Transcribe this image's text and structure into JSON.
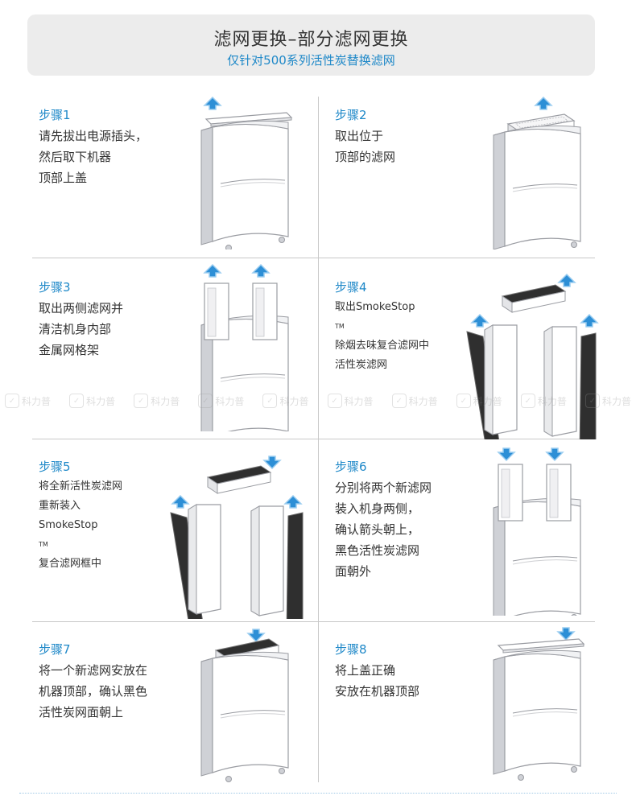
{
  "header": {
    "title": "滤网更换–部分滤网更换",
    "subtitle": "仅针对500系列活性炭替换滤网"
  },
  "steps": [
    {
      "label": "步骤1",
      "lines": [
        "请先拔出电源插头，",
        "然后取下机器",
        "顶部上盖"
      ]
    },
    {
      "label": "步骤2",
      "lines": [
        "取出位于",
        "顶部的滤网"
      ]
    },
    {
      "label": "步骤3",
      "lines": [
        "取出两侧滤网并",
        "清洁机身内部",
        "金属网格架"
      ]
    },
    {
      "label": "步骤4",
      "lines": [
        "取出SmokeStop",
        "除烟去味复合滤网中",
        "活性炭滤网"
      ]
    },
    {
      "label": "步骤5",
      "lines": [
        "将全新活性炭滤网",
        "重新装入",
        "SmokeStop",
        "复合滤网框中"
      ]
    },
    {
      "label": "步骤6",
      "lines": [
        "分别将两个新滤网",
        "装入机身两侧，",
        "确认箭头朝上，",
        "黑色活性炭滤网",
        "面朝外"
      ]
    },
    {
      "label": "步骤7",
      "lines": [
        "将一个新滤网安放在",
        "机器顶部，确认黑色",
        "活性炭网面朝上"
      ]
    },
    {
      "label": "步骤8",
      "lines": [
        "将上盖正确",
        "安放在机器顶部"
      ]
    }
  ],
  "trademark": "TM",
  "watermark": {
    "text": "科力普",
    "count": 10
  },
  "colors": {
    "accent": "#1e88c8",
    "arrow": "#2d8fd6",
    "filter_dark": "#2f2f2f"
  }
}
